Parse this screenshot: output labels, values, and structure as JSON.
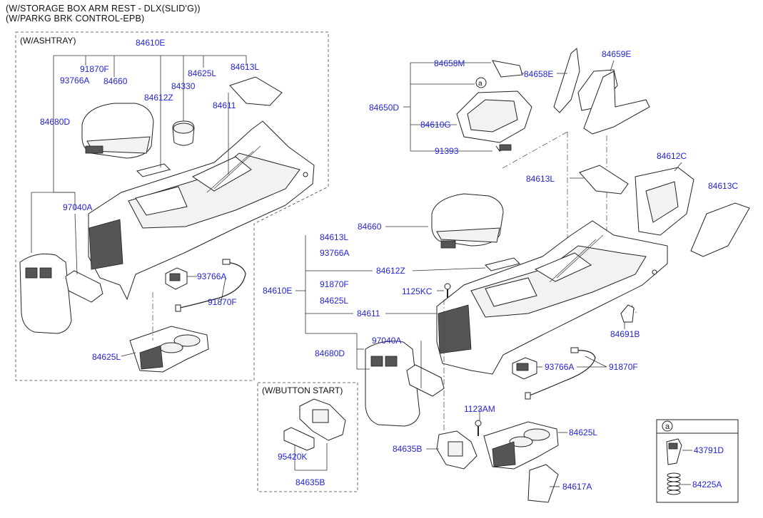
{
  "header": {
    "line1": "(W/STORAGE BOX ARM REST - DLX(SLID'G))",
    "line2": "(W/PARKG BRK CONTROL-EPB)"
  },
  "boxes": {
    "ashtray_label": "(W/ASHTRAY)",
    "button_start_label": "(W/BUTTON START)",
    "detail_a_marker": "a"
  },
  "parts": {
    "p84610E_left": "84610E",
    "p91870F_left": "91870F",
    "p93766A_left": "93766A",
    "p84660_left": "84660",
    "p84625L_top_left": "84625L",
    "p84613L_left": "84613L",
    "p84330": "84330",
    "p84612Z_left": "84612Z",
    "p84611_left": "84611",
    "p84680D_left": "84680D",
    "p97040A_left": "97040A",
    "p93766A_left2": "93766A",
    "p91870F_left2": "91870F",
    "p84625L_bottom_left": "84625L",
    "p84658M": "84658M",
    "p84658E": "84658E",
    "p84659E": "84659E",
    "p84650D": "84650D",
    "p84610G": "84610G",
    "p91393": "91393",
    "p84613L_mid": "84613L",
    "p84612C": "84612C",
    "p84613C": "84613C",
    "p84660_right": "84660",
    "p84613L_right": "84613L",
    "p93766A_right": "93766A",
    "p84612Z_right": "84612Z",
    "p91870F_right": "91870F",
    "p1125KC": "1125KC",
    "p84610E_right": "84610E",
    "p84625L_mid_right": "84625L",
    "p84611_right": "84611",
    "p84691B": "84691B",
    "p84680D_right": "84680D",
    "p97040A_right": "97040A",
    "p93766A_right2": "93766A",
    "p91870F_right2": "91870F",
    "p1123AM": "1123AM",
    "p84625L_bottom_right": "84625L",
    "p84635B_right": "84635B",
    "p84617A": "84617A",
    "p95420K": "95420K",
    "p84635B_box": "84635B",
    "p43791D": "43791D",
    "p84225A": "84225A"
  }
}
